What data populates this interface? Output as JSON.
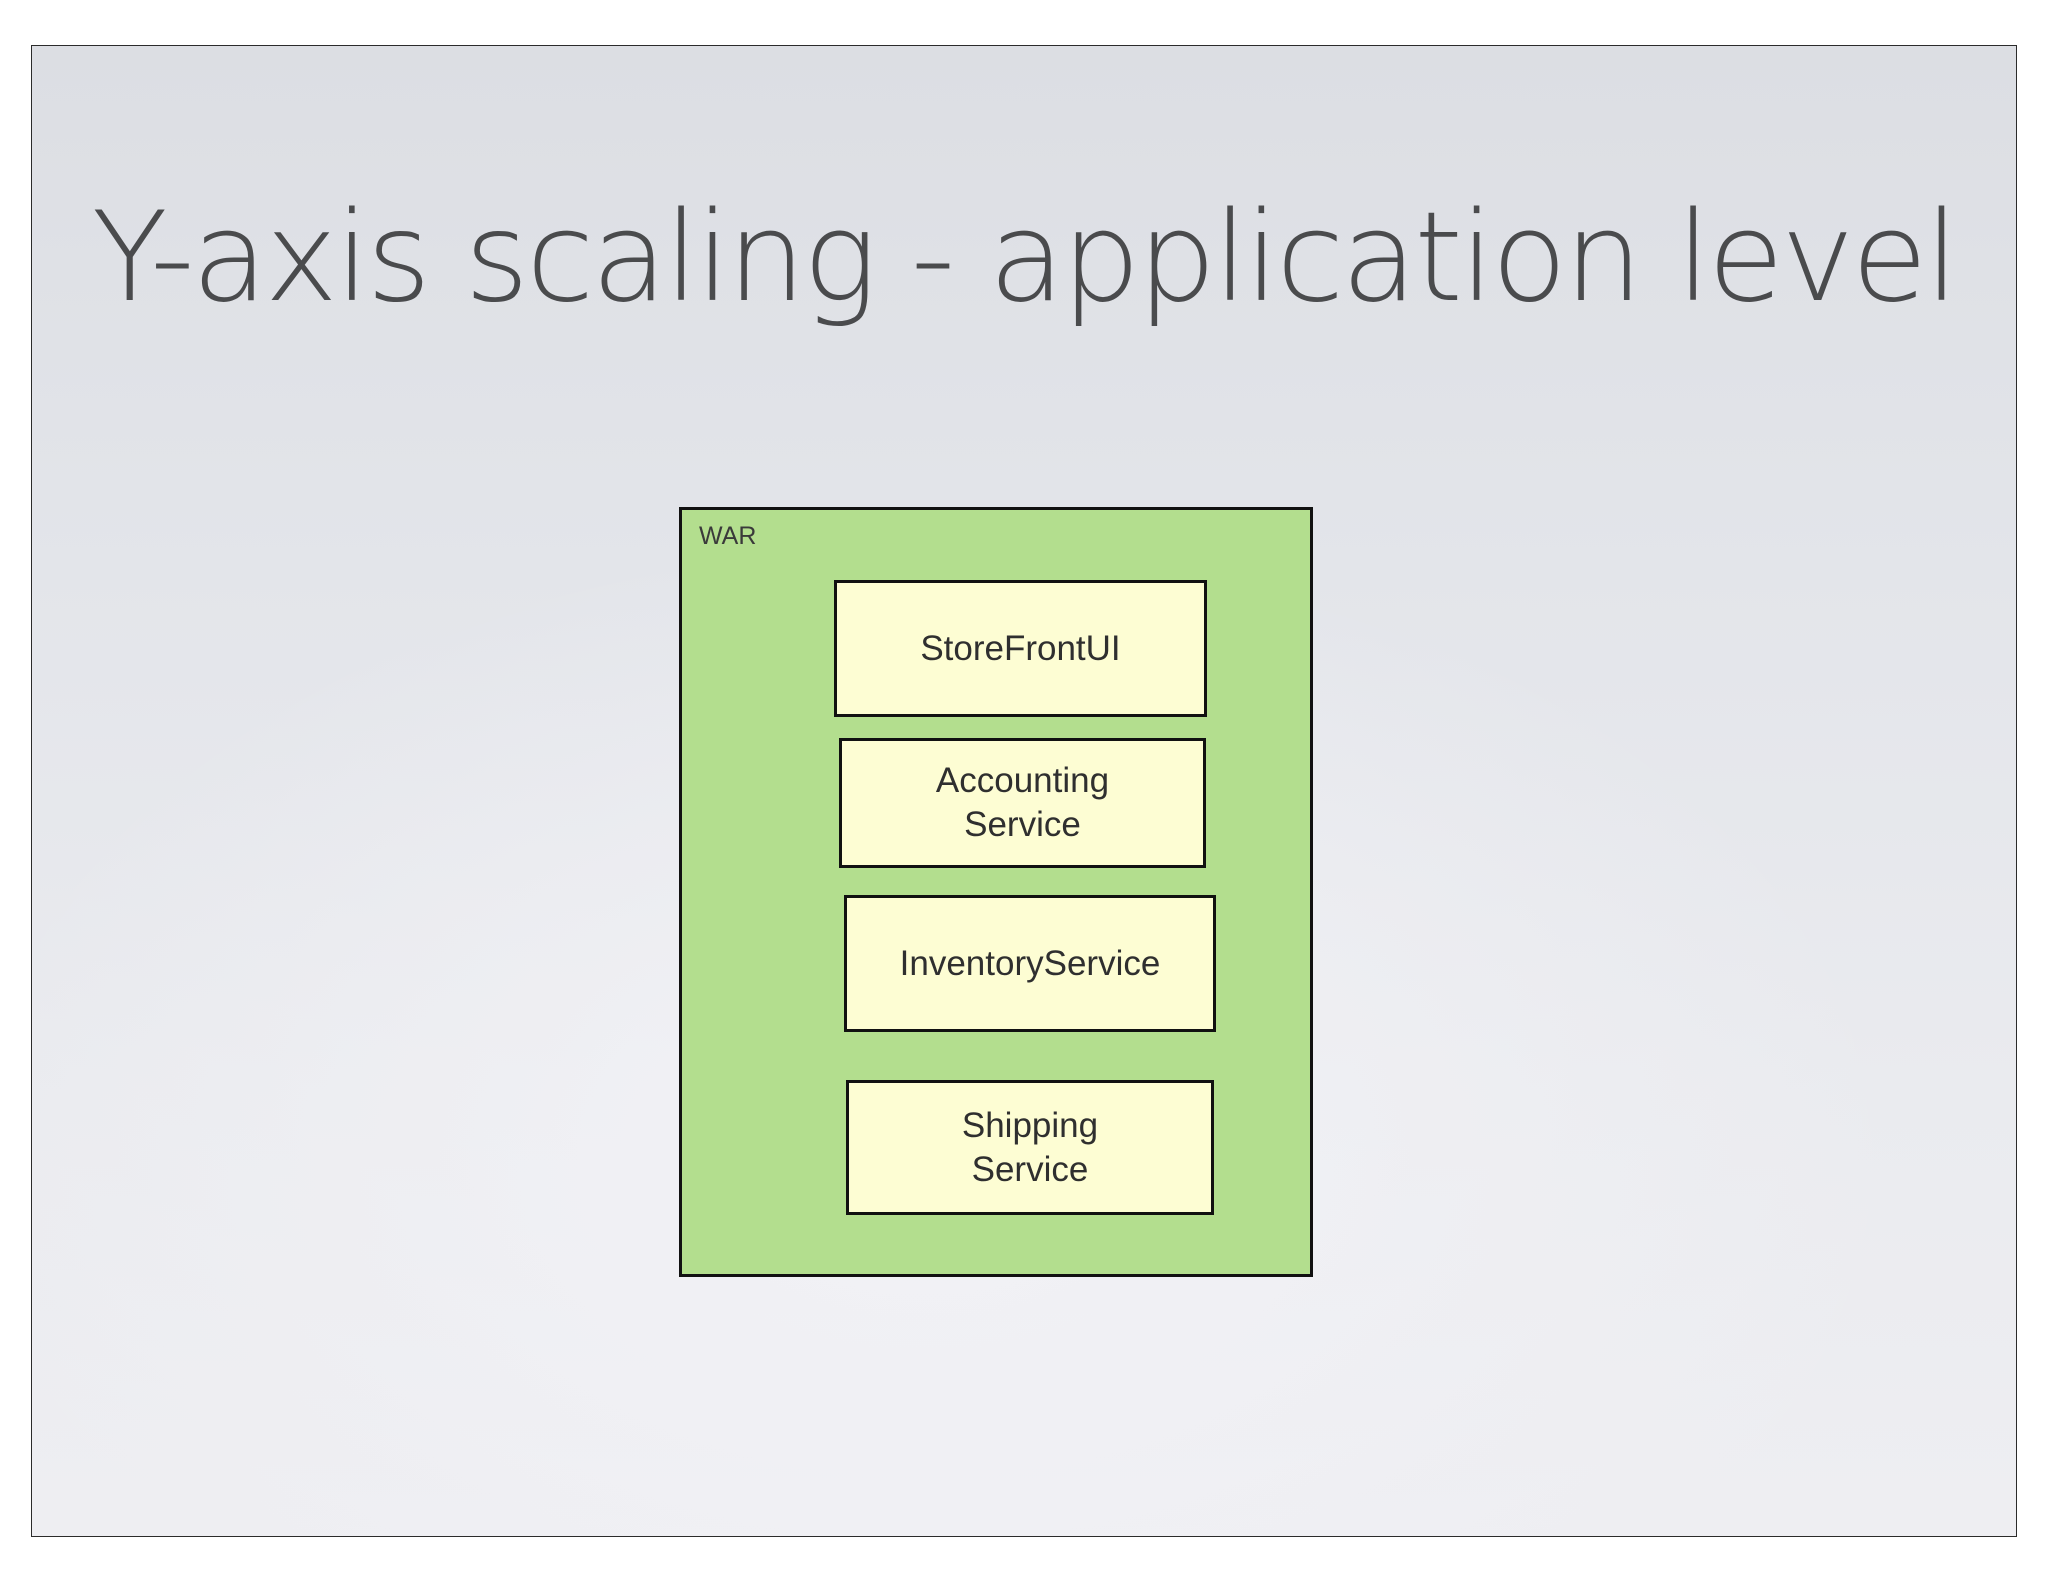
{
  "slide": {
    "title": "Y-axis scaling - application level"
  },
  "diagram": {
    "container": {
      "label": "WAR",
      "fill_color": "#b3de8e"
    },
    "service_fill_color": "#fdfdd3",
    "services": [
      {
        "label": "StoreFrontUI"
      },
      {
        "label": "Accounting\nService"
      },
      {
        "label": "InventoryService"
      },
      {
        "label": "Shipping\nService"
      }
    ]
  }
}
